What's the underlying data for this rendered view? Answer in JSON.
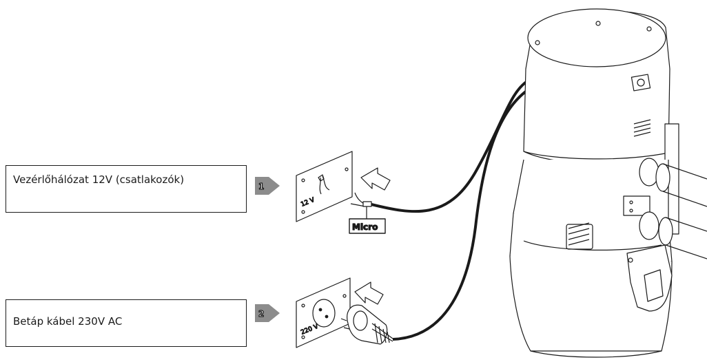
{
  "callouts": [
    {
      "number": "1",
      "text": "Vezérlőhálózat 12V (csatlakozók)"
    },
    {
      "number": "2",
      "text": "Betáp kábel 230V AC"
    }
  ],
  "labels": {
    "micro": "Micro",
    "plate_12v": "12 V",
    "plate_220v": "220 V"
  },
  "colors": {
    "line": "#1a1a1a",
    "badge": "#8c8c8c",
    "unit_fill": "#ffffff"
  }
}
